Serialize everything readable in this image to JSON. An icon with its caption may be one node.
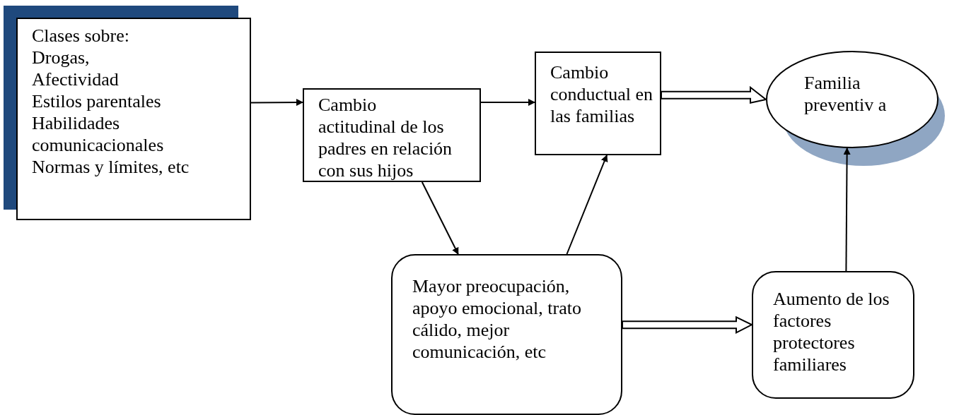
{
  "diagram": {
    "nodes": [
      {
        "text": [
          "Clases sobre:",
          "Drogas,",
          "Afectividad",
          "Estilos parentales",
          "Habilidades comunicacionales",
          "Normas y límites, etc"
        ]
      },
      {
        "text": [
          "Cambio actitudinal de los padres en relación con sus hijos"
        ]
      },
      {
        "text": [
          "Cambio conductual en las familias"
        ]
      },
      {
        "text": [
          "Familia preventiv a"
        ]
      },
      {
        "text": [
          "Mayor preocupación, apoyo emocional, trato cálido, mejor comunicación,  etc"
        ]
      },
      {
        "text": [
          "Aumento de los factores protectores familiares"
        ]
      }
    ],
    "edges": [
      {
        "from": 0,
        "to": 1,
        "arrow": "to"
      },
      {
        "from": 1,
        "to": 2,
        "arrow": "to"
      },
      {
        "from": 1,
        "to": 4,
        "arrow": "to"
      },
      {
        "from": 4,
        "to": 2,
        "arrow": "to"
      },
      {
        "from": 2,
        "to": 3,
        "arrow": "to",
        "style": "thick"
      },
      {
        "from": 4,
        "to": 5,
        "arrow": "to",
        "style": "thick"
      },
      {
        "from": 5,
        "to": 3,
        "arrow": "to"
      }
    ]
  }
}
